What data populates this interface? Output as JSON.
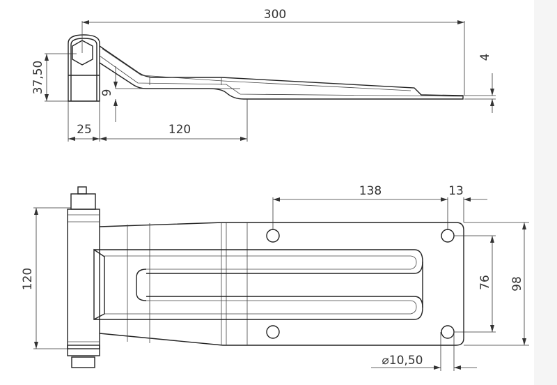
{
  "title": "Hinge technical drawing",
  "side_view": {
    "dims": {
      "overall_length": "300",
      "knuckle_height": "37,50",
      "plate_thickness": "4",
      "offset": "9",
      "knuckle_width": "25",
      "bend_length": "120"
    }
  },
  "top_view": {
    "dims": {
      "hole_spacing_x": "138",
      "hole_edge_offset": "13",
      "overall_height": "120",
      "hole_spacing_y": "76",
      "plate_height": "98",
      "hole_diameter": "⌀10,50"
    }
  },
  "colors": {
    "line": "#222222",
    "background": "#ffffff"
  }
}
